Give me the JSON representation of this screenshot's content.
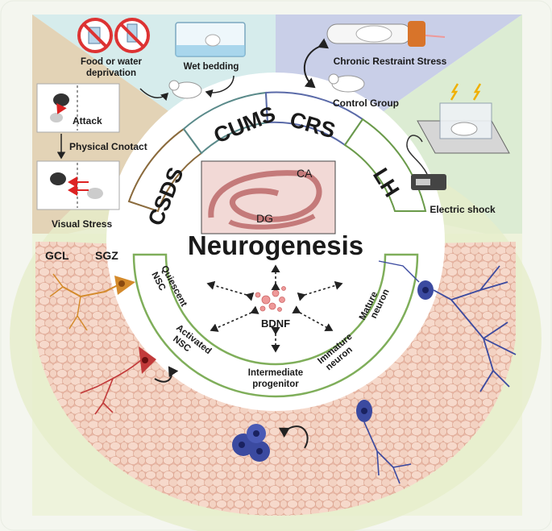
{
  "stress_models": {
    "cums": "CUMS",
    "crs": "CRS",
    "csds": "CSDS",
    "lh": "LH"
  },
  "cums_panel": {
    "food_water": "Food or water deprivation",
    "food_water_line1": "Food or water",
    "food_water_line2": "deprivation",
    "wet_bedding": "Wet bedding"
  },
  "crs_panel": {
    "chronic_restraint": "Chronic Restraint Stress",
    "control_group": "Control Group"
  },
  "csds_panel": {
    "attack": "Attack",
    "physical_contact": "Physical Cnotact",
    "visual_stress": "Visual Stress"
  },
  "lh_panel": {
    "electric_shock": "Electric shock"
  },
  "hippocampus": {
    "ca": "CA",
    "dg": "DG"
  },
  "center": {
    "title": "Neurogenesis",
    "bdnf": "BDNF"
  },
  "layers": {
    "gcl": "GCL",
    "sgz": "SGZ"
  },
  "stages": {
    "quiescent_l1": "Quiescent",
    "quiescent_l2": "NSC",
    "activated_l1": "Activated",
    "activated_l2": "NSC",
    "intermediate_l1": "Intermediate",
    "intermediate_l2": "progenitor",
    "immature_l1": "Immature",
    "immature_l2": "neuron",
    "mature_l1": "Mature",
    "mature_l2": "neuron"
  },
  "colors": {
    "cums_bg": "#d6ecec",
    "crs_bg": "#c9cfe8",
    "csds_bg": "#e3d3b6",
    "lh_bg": "#dcecd3",
    "ring_green": "#7fae5a",
    "tissue": "#f1cfbf",
    "neuron_blue": "#3b4aa0",
    "neuron_orange": "#d48a2b",
    "neuron_red": "#c23a3a"
  }
}
